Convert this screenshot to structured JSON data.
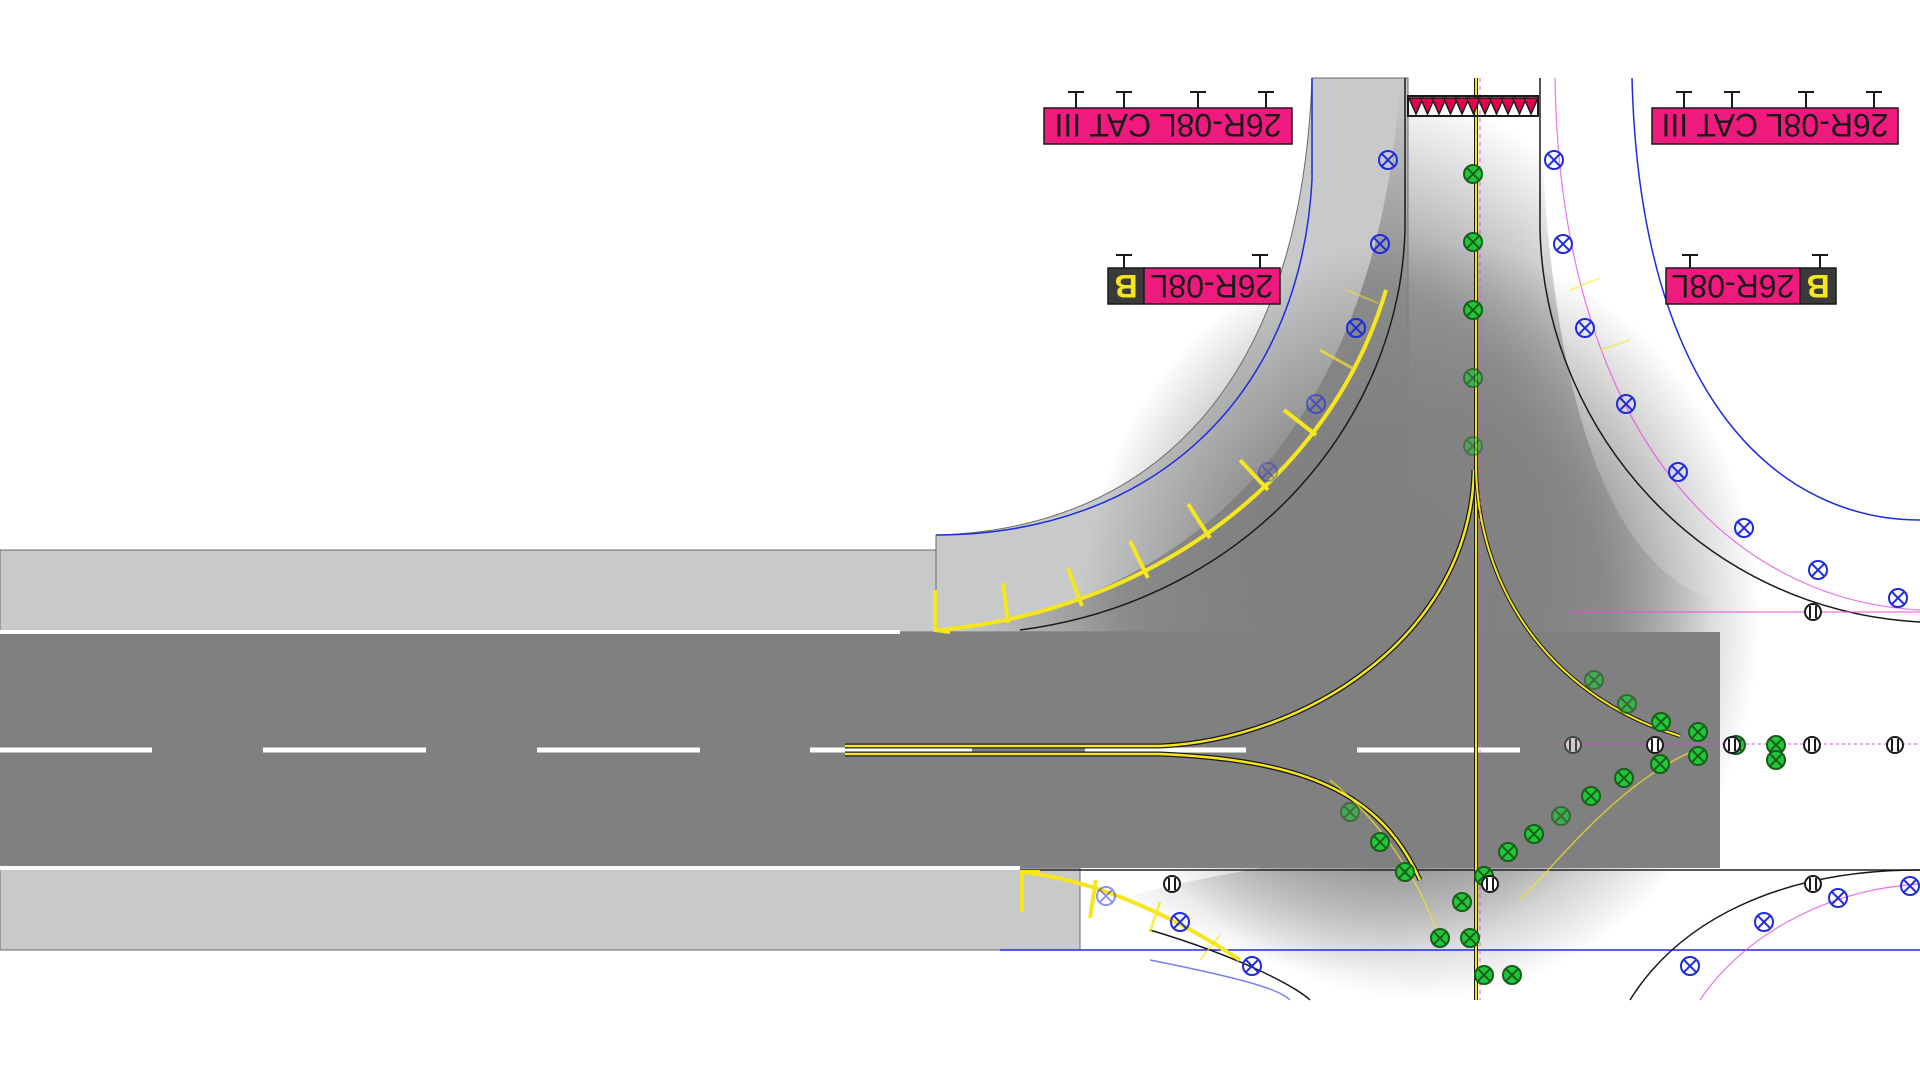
{
  "signs": {
    "left_top": {
      "text": "26R-08L CAT III"
    },
    "left_mid": {
      "text": "26R-08L",
      "letter": "B"
    },
    "right_top": {
      "text": "26R-08L CAT III"
    },
    "right_mid": {
      "text": "26R-08L",
      "letter": "B"
    }
  },
  "colors": {
    "background": "#ffffff",
    "runway_pavement": "#808080",
    "shoulder": "#c8c9ca",
    "taxiway_centerline": "#f5e61e",
    "runway_marking": "#ffffff",
    "edge_light_blue": "#1e2be0",
    "centerline_light_green": "#1fc73a",
    "guidance_line_magenta": "#e64fe6",
    "stop_bar_red": "#e6004c",
    "sign_magenta": "#f0197d",
    "sign_dark": "#3a3a3a",
    "sign_letter": "#f5e61e"
  },
  "icons": {
    "edge_light": "blue-crossed-circle-icon",
    "centerline_light": "green-crossed-circle-icon",
    "stop_bar_light": "red-triangle-light-icon",
    "guard_light": "black-barred-circle-icon"
  }
}
